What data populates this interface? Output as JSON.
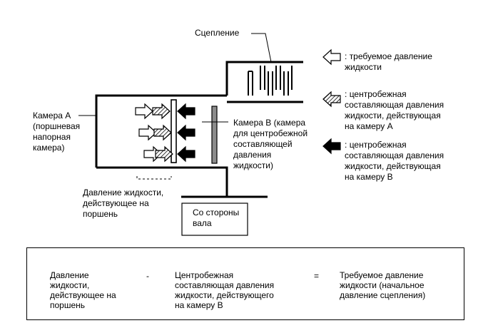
{
  "diagram": {
    "clutch_label": "Сцепление",
    "chamber_a_label": "Камера А\n(поршневая\nнапорная\nкамера)",
    "chamber_b_label": "Камера В (камера\nдля центробежной\nсоставляющей\nдавления\nжидкости)",
    "piston_pressure_label": "Давление жидкости,\nдействующее на\nпоршень",
    "shaft_label": "Со стороны\nвала"
  },
  "legend": {
    "required": "требуемое давление\nжидкости",
    "centrifugal_a": "центробежная\nсоставляющая давления\nжидкости, действующая\nна камеру А",
    "centrifugal_b": "центробежная\nсоставляющая давления\nжидкости, действующая\nна камеру В",
    "prefix": ":"
  },
  "formula": {
    "term1": "Давление\nжидкости,\nдействующее на\nпоршень",
    "minus": "-",
    "term2": "Центробежная\nсоставляющая давления\nжидкости, действующего\nна камеру В",
    "equals": "=",
    "result": "Требуемое давление\nжидкости (начальное\nдавление сцепления)"
  },
  "colors": {
    "line": "#000000",
    "chamber_b_plate": "#8c8c8c",
    "background": "#ffffff"
  },
  "icons": {
    "required": "outline-arrow-right-icon",
    "centrifugal_a": "hatched-arrow-right-icon",
    "centrifugal_b": "solid-arrow-left-icon"
  }
}
